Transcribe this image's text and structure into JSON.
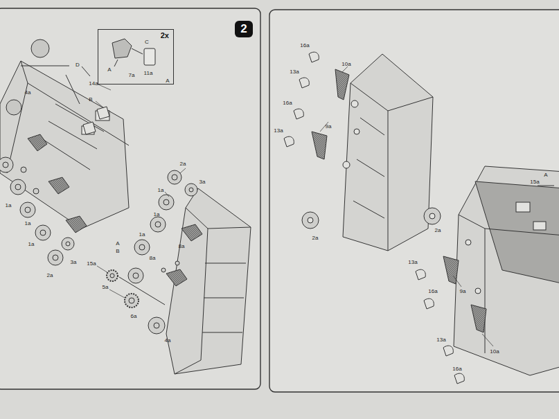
{
  "diagram": {
    "nodes": [
      {
        "text": [
          "2"
        ]
      },
      {
        "text": [
          "2x"
        ]
      }
    ],
    "labels": [
      "D",
      "14a",
      "B",
      "4a",
      "1a",
      "1a",
      "1a",
      "3a",
      "2a",
      "2a",
      "3a",
      "1a",
      "1a",
      "8a",
      "1a",
      "8a",
      "A",
      "B",
      "15a",
      "5a",
      "6a",
      "4a",
      "C",
      "A",
      "7a",
      "11a",
      "A",
      "16a",
      "10a",
      "13a",
      "16a",
      "9a",
      "13a",
      "2a",
      "A",
      "15a",
      "2a",
      "13a",
      "9a",
      "16a",
      "13a",
      "10a",
      "16a"
    ]
  }
}
